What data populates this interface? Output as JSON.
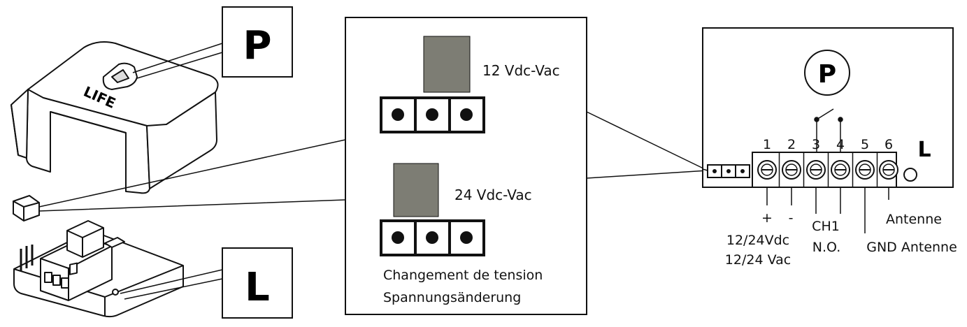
{
  "callouts": {
    "cover_letter": "P",
    "base_letter": "L",
    "board_button": "P",
    "board_led": "L"
  },
  "jumper": {
    "setting_12": "12 Vdc-Vac",
    "setting_24": "24 Vdc-Vac",
    "caption_line1": "Changement de tension",
    "caption_line2": "Spannungsänderung"
  },
  "terminal_block": {
    "numbers": [
      "1",
      "2",
      "3",
      "4",
      "5",
      "6"
    ],
    "plus_sign": "+",
    "minus_sign": "-",
    "power_dc": "12/24Vdc",
    "power_ac": "12/24 Vac",
    "channel": "CH1",
    "contact_type": "N.O.",
    "antenna": "Antenne",
    "gnd_antenna": "GND Antenne"
  },
  "product_logo": "LIFE",
  "colors": {
    "jumper_cap": "#7d7d74",
    "stroke": "#111111"
  }
}
